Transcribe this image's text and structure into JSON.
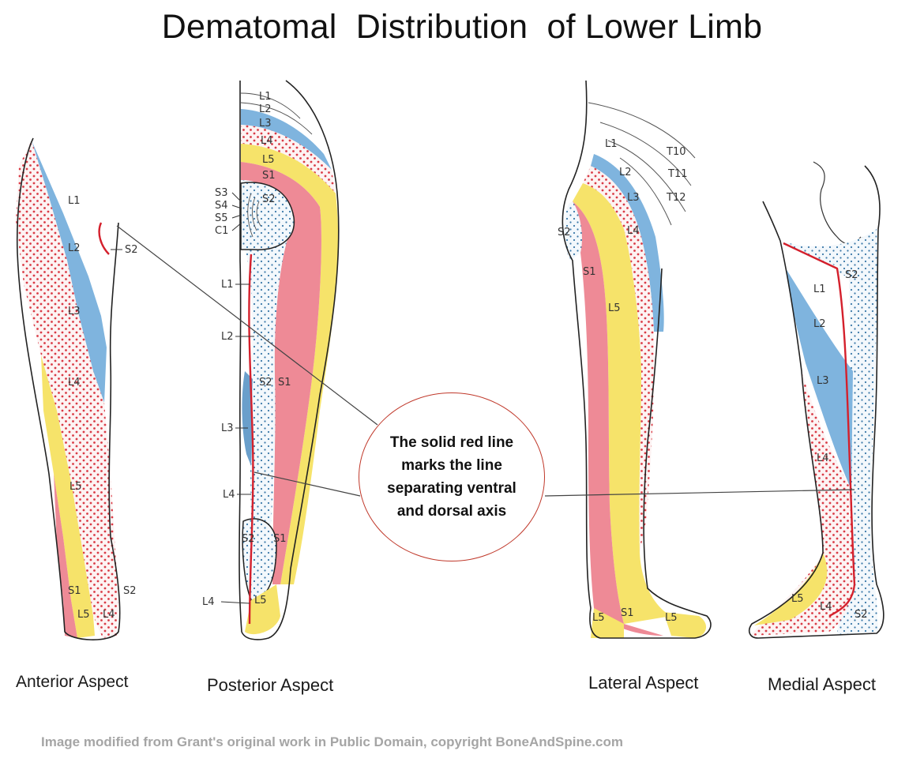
{
  "title": "Dematomal  Distribution  of Lower Limb",
  "aspects": {
    "anterior": "Anterior Aspect",
    "posterior": "Posterior Aspect",
    "lateral": "Lateral Aspect",
    "medial": "Medial Aspect"
  },
  "callout": "The solid red line marks the line separating ventral and dorsal axis",
  "credit": "Image modified from Grant's original work in Public Domain, copyright BoneAndSpine.com",
  "dermatome_labels": {
    "anterior": [
      "L1",
      "L2",
      "S2",
      "L3",
      "L4",
      "L5",
      "S1",
      "S2",
      "L5",
      "L4"
    ],
    "posterior": [
      "L1",
      "L2",
      "L3",
      "L4",
      "L5",
      "S1",
      "S3",
      "S4",
      "S5",
      "C1",
      "S2",
      "L1",
      "L2",
      "S2",
      "S1",
      "L3",
      "L4",
      "S2",
      "S1",
      "L4",
      "L5"
    ],
    "lateral": [
      "L1",
      "T10",
      "L2",
      "T11",
      "L3",
      "T12",
      "L4",
      "S2",
      "S1",
      "L5",
      "L5",
      "S1",
      "L5"
    ],
    "medial": [
      "S2",
      "L1",
      "L2",
      "L3",
      "L4",
      "L5",
      "L4",
      "S2"
    ]
  },
  "colors": {
    "blue": "#7fb4de",
    "yellow": "#f6e36a",
    "red": "#ee8a96",
    "dots_red": "#d93a45",
    "dots_blue": "#3a78a8",
    "axis_line": "#d4202c",
    "outline": "#222222"
  }
}
